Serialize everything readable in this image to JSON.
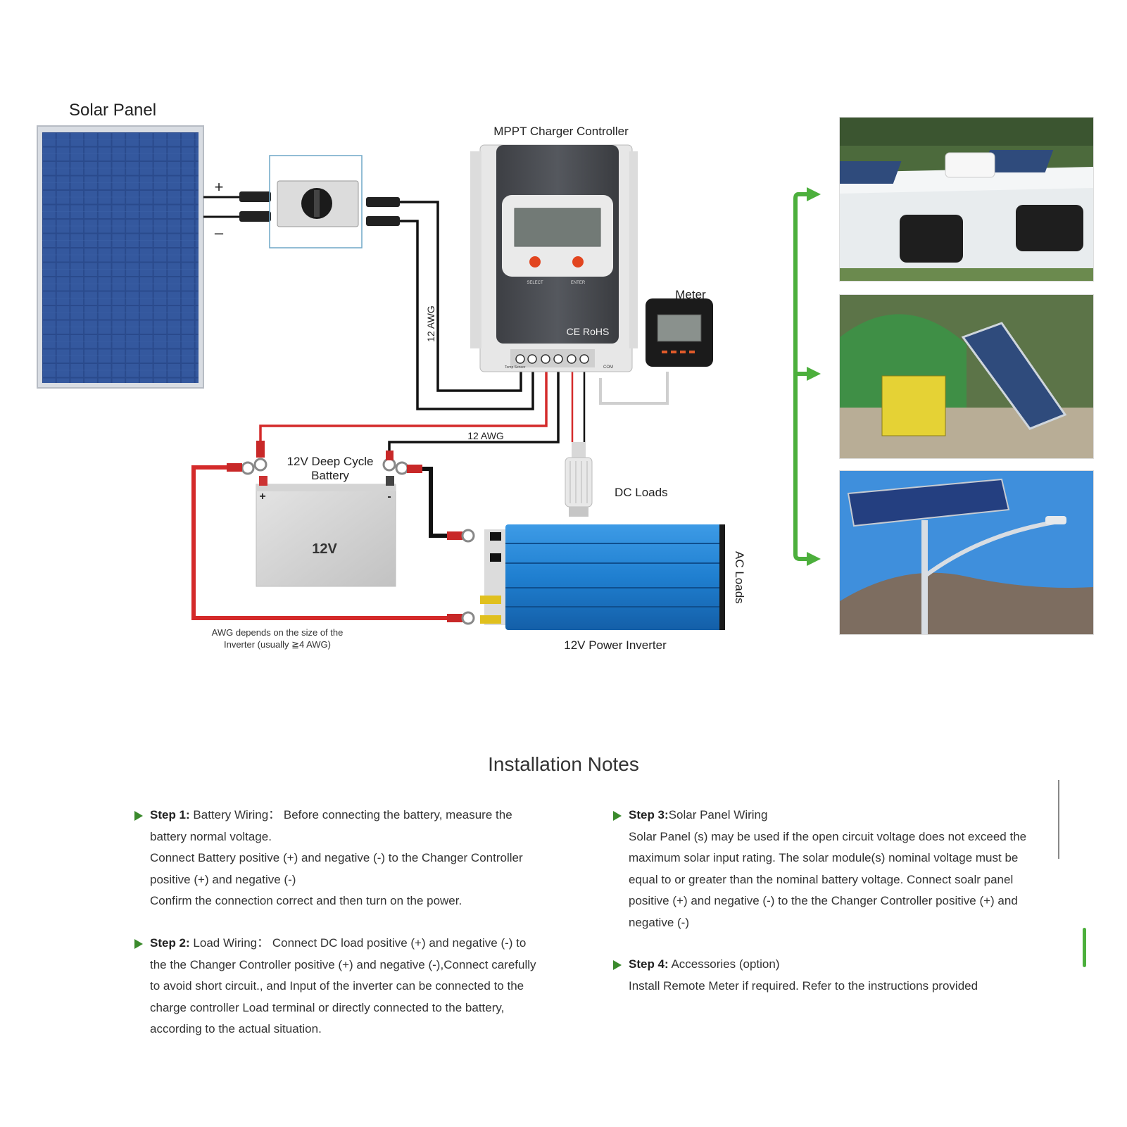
{
  "diagram": {
    "solar_panel_label": "Solar Panel",
    "plus_sign": "+",
    "minus_sign": "–",
    "controller_label": "MPPT Charger Controller",
    "controller_select": "SELECT",
    "controller_enter": "ENTER",
    "controller_ce": "CE RoHS",
    "controller_temp_sensor": "Temp Sensor",
    "controller_com": "COM",
    "meter_label": "Meter",
    "awg_vertical": "12 AWG",
    "awg_horizontal": "12 AWG",
    "battery_label_line1": "12V Deep Cycle",
    "battery_label_line2": "Battery",
    "battery_text": "12V",
    "battery_plus": "+",
    "battery_minus": "-",
    "dc_loads_label": "DC Loads",
    "ac_loads_label": "AC Loads",
    "inverter_label": "12V Power Inverter",
    "awg_note_line1": "AWG depends on the size of the",
    "awg_note_line2": "Inverter (usually ≧4 AWG)",
    "colors": {
      "red_wire": "#d42a2a",
      "black_wire": "#111111",
      "green_arrow": "#4caf3c",
      "inverter_blue": "#1f7fd0",
      "panel_blue": "#23417f"
    }
  },
  "notes": {
    "title": "Installation Notes",
    "step1": {
      "head_bold": "Step 1:",
      "head_rest": " Battery Wiring： Before connecting the battery, measure the",
      "lines": [
        "battery normal voltage.",
        "Connect Battery positive (+) and negative (-) to the Changer Controller",
        "positive (+) and negative (-)",
        "Confirm the connection correct and then turn on the power."
      ]
    },
    "step2": {
      "head_bold": "Step 2:",
      "head_rest": " Load Wiring： Connect DC load positive (+) and negative (-) to",
      "lines": [
        "the the Changer Controller positive (+) and negative (-),Connect carefully",
        "to avoid short circuit., and  Input of the inverter can be connected to the",
        "charge controller Load terminal or directly connected to the battery,",
        "according to the actual situation."
      ]
    },
    "step3": {
      "head_bold": "Step 3:",
      "head_rest": "Solar  Panel  Wiring",
      "lines": [
        "Solar Panel (s) may be used if the open circuit voltage does not exceed the",
        "maximum solar input rating. The solar module(s) nominal voltage must be",
        "equal to or greater than the nominal battery voltage. Connect soalr panel",
        "positive (+) and negative (-) to the the Changer Controller positive (+) and",
        "negative (-)"
      ]
    },
    "step4": {
      "head_bold": "Step 4:",
      "head_rest": " Accessories (option)",
      "lines": [
        "Install Remote Meter if required. Refer to the instructions provided"
      ]
    }
  }
}
